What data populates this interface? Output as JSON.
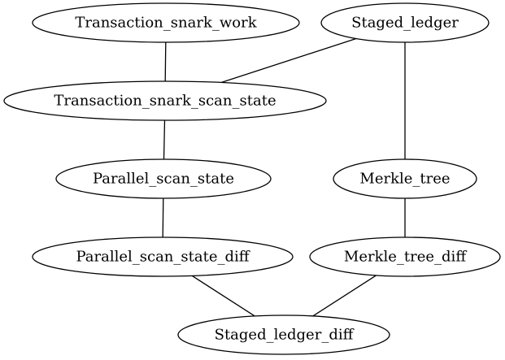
{
  "diagram": {
    "type": "undirected-graph",
    "nodes": [
      {
        "id": "transaction_snark_work",
        "label": "Transaction_snark_work"
      },
      {
        "id": "staged_ledger",
        "label": "Staged_ledger"
      },
      {
        "id": "transaction_snark_scan_state",
        "label": "Transaction_snark_scan_state"
      },
      {
        "id": "parallel_scan_state",
        "label": "Parallel_scan_state"
      },
      {
        "id": "merkle_tree",
        "label": "Merkle_tree"
      },
      {
        "id": "parallel_scan_state_diff",
        "label": "Parallel_scan_state_diff"
      },
      {
        "id": "merkle_tree_diff",
        "label": "Merkle_tree_diff"
      },
      {
        "id": "staged_ledger_diff",
        "label": "Staged_ledger_diff"
      }
    ],
    "edges": [
      {
        "from": "transaction_snark_work",
        "to": "transaction_snark_scan_state"
      },
      {
        "from": "staged_ledger",
        "to": "transaction_snark_scan_state"
      },
      {
        "from": "staged_ledger",
        "to": "merkle_tree"
      },
      {
        "from": "transaction_snark_scan_state",
        "to": "parallel_scan_state"
      },
      {
        "from": "parallel_scan_state",
        "to": "parallel_scan_state_diff"
      },
      {
        "from": "merkle_tree",
        "to": "merkle_tree_diff"
      },
      {
        "from": "parallel_scan_state_diff",
        "to": "staged_ledger_diff"
      },
      {
        "from": "merkle_tree_diff",
        "to": "staged_ledger_diff"
      }
    ]
  }
}
